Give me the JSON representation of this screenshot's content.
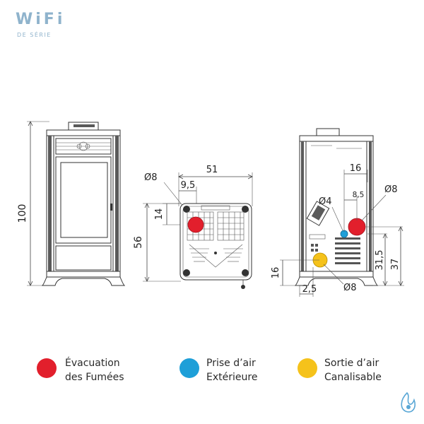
{
  "badge": {
    "wifi": "WiFi",
    "sub": "DE SÉRIE",
    "color": "#8fb3cc"
  },
  "front_view": {
    "height": "100"
  },
  "side_view": {
    "width": "51",
    "offset": "9,5",
    "pipe_diameter": "Ø8",
    "pipe_height": "14",
    "depth": "56"
  },
  "rear_view": {
    "dim_16_top": "16",
    "dim_85": "8,5",
    "dim_o8_flue": "Ø8",
    "dim_o4_air": "Ø4",
    "dim_315": "31,5",
    "dim_37": "37",
    "dim_16_left": "16",
    "dim_25": "2,5",
    "dim_o8_outlet": "Ø8"
  },
  "legend": [
    {
      "line1": "Évacuation",
      "line2": "des Fumées",
      "color": "#e21f2c"
    },
    {
      "line1": "Prise d’air",
      "line2": "Extérieure",
      "color": "#1e9fd8"
    },
    {
      "line1": "Sortie d’air",
      "line2": "Canalisable",
      "color": "#f5c21b"
    }
  ],
  "colors": {
    "flue": "#e21f2c",
    "air_in": "#1e9fd8",
    "air_out": "#f5c21b",
    "logo": "#5aa7d6"
  }
}
